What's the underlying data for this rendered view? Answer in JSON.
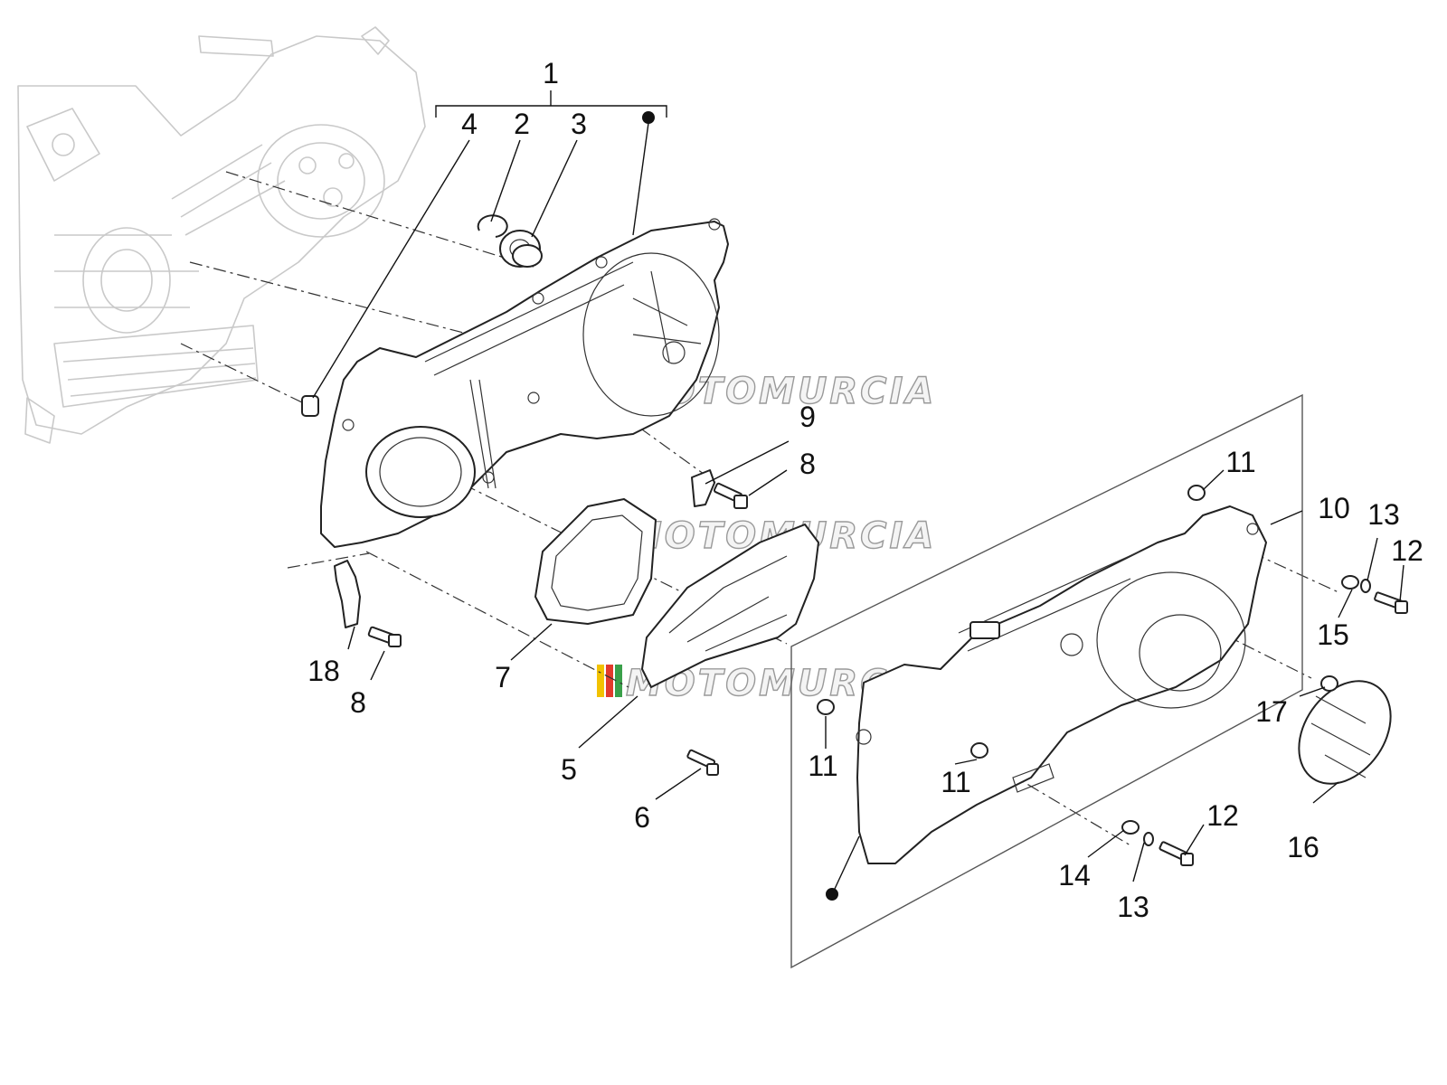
{
  "watermark": {
    "text": "MOTOMURCIA",
    "flag_colors": [
      "#f2c200",
      "#e23a2c",
      "#3aa04a",
      "#9a9a9a"
    ]
  },
  "callouts": [
    {
      "id": "c1",
      "text": "1"
    },
    {
      "id": "c4",
      "text": "4"
    },
    {
      "id": "c2",
      "text": "2"
    },
    {
      "id": "c3",
      "text": "3"
    },
    {
      "id": "c9",
      "text": "9"
    },
    {
      "id": "c8a",
      "text": "8"
    },
    {
      "id": "c11a",
      "text": "11"
    },
    {
      "id": "c10",
      "text": "10"
    },
    {
      "id": "c13a",
      "text": "13"
    },
    {
      "id": "c12a",
      "text": "12"
    },
    {
      "id": "c15",
      "text": "15"
    },
    {
      "id": "c18",
      "text": "18"
    },
    {
      "id": "c8b",
      "text": "8"
    },
    {
      "id": "c7",
      "text": "7"
    },
    {
      "id": "c11b",
      "text": "11"
    },
    {
      "id": "c11c",
      "text": "11"
    },
    {
      "id": "c17",
      "text": "17"
    },
    {
      "id": "c5",
      "text": "5"
    },
    {
      "id": "c6",
      "text": "6"
    },
    {
      "id": "c12b",
      "text": "12"
    },
    {
      "id": "c16",
      "text": "16"
    },
    {
      "id": "c14",
      "text": "14"
    },
    {
      "id": "c13b",
      "text": "13"
    }
  ]
}
